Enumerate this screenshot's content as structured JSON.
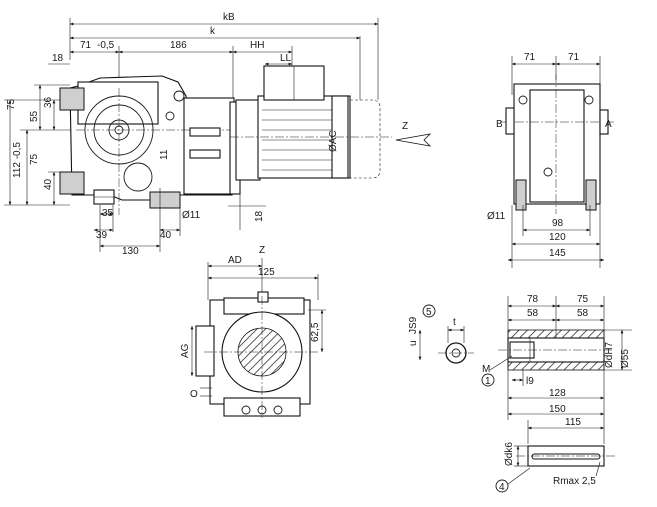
{
  "side_view": {
    "dims": {
      "kB": "kB",
      "k": "k",
      "d18": "18",
      "d71": "71",
      "d05": "-0,5",
      "d186": "186",
      "HH": "HH",
      "LL": "LL",
      "d75": "75",
      "d36": "36",
      "d55": "55",
      "d112": "112 -0,5",
      "d75b": "75",
      "d40": "40",
      "d11": "11",
      "d11b": "Ø11",
      "d18b": "18",
      "d35": "35",
      "d39": "39",
      "d40b": "40",
      "d130": "130"
    },
    "motor_label": "ØAC",
    "z_label": "Z"
  },
  "end_view": {
    "dims": {
      "d71a": "71",
      "d71b": "71",
      "B": "B",
      "A": "A",
      "d11": "Ø11",
      "d98": "98",
      "d120": "120",
      "d145": "145"
    }
  },
  "front_view": {
    "dims": {
      "Z": "Z",
      "AD": "AD",
      "d125": "125",
      "d625": "62,5",
      "AG": "AG",
      "O": "O"
    }
  },
  "shaft_view": {
    "dims": {
      "n5": "5",
      "t": "t",
      "u": "u",
      "js9": "JS9",
      "d78": "78",
      "d75": "75",
      "d58a": "58",
      "d58b": "58",
      "dH7": "ØdH7",
      "d55": "Ø55",
      "M": "M",
      "n1": "1",
      "l9": "l9",
      "d128": "128",
      "d150": "150"
    }
  },
  "key_view": {
    "dims": {
      "d115": "115",
      "dk6": "Ødk6",
      "n4": "4",
      "rmax": "Rmax 2,5"
    }
  }
}
